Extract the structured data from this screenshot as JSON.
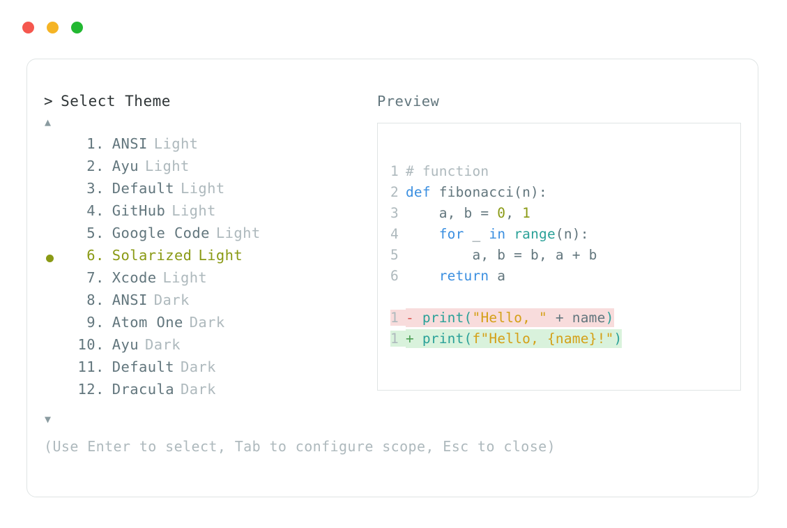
{
  "window": {
    "traffic_lights": [
      {
        "name": "close",
        "color": "#f5574e"
      },
      {
        "name": "minimize",
        "color": "#f5b425"
      },
      {
        "name": "zoom",
        "color": "#22b831"
      }
    ]
  },
  "selector": {
    "prompt_caret": ">",
    "title": "Select Theme",
    "scroll_up_icon": "▲",
    "scroll_down_icon": "▼",
    "selected_index": 6,
    "selected_color": "#8a9a15",
    "items": [
      {
        "num": "1.",
        "name": "ANSI",
        "variant": "Light",
        "selected": false
      },
      {
        "num": "2.",
        "name": "Ayu",
        "variant": "Light",
        "selected": false
      },
      {
        "num": "3.",
        "name": "Default",
        "variant": "Light",
        "selected": false
      },
      {
        "num": "4.",
        "name": "GitHub",
        "variant": "Light",
        "selected": false
      },
      {
        "num": "5.",
        "name": "Google Code",
        "variant": "Light",
        "selected": false
      },
      {
        "num": "6.",
        "name": "Solarized",
        "variant": "Light",
        "selected": true
      },
      {
        "num": "7.",
        "name": "Xcode",
        "variant": "Light",
        "selected": false
      },
      {
        "num": "8.",
        "name": "ANSI",
        "variant": "Dark",
        "selected": false
      },
      {
        "num": "9.",
        "name": "Atom One",
        "variant": "Dark",
        "selected": false
      },
      {
        "num": "10.",
        "name": "Ayu",
        "variant": "Dark",
        "selected": false
      },
      {
        "num": "11.",
        "name": "Default",
        "variant": "Dark",
        "selected": false
      },
      {
        "num": "12.",
        "name": "Dracula",
        "variant": "Dark",
        "selected": false
      }
    ]
  },
  "preview": {
    "label": "Preview",
    "code_lines": [
      {
        "ln": "1",
        "tokens": [
          {
            "t": "# function",
            "c": "comment"
          }
        ]
      },
      {
        "ln": "2",
        "tokens": [
          {
            "t": "def ",
            "c": "kw"
          },
          {
            "t": "fibonacci(n):",
            "c": "plain"
          }
        ]
      },
      {
        "ln": "3",
        "tokens": [
          {
            "t": "    a, b = ",
            "c": "plain"
          },
          {
            "t": "0",
            "c": "num"
          },
          {
            "t": ", ",
            "c": "plain"
          },
          {
            "t": "1",
            "c": "num"
          }
        ]
      },
      {
        "ln": "4",
        "tokens": [
          {
            "t": "    ",
            "c": "plain"
          },
          {
            "t": "for",
            "c": "kw"
          },
          {
            "t": " _ ",
            "c": "plain"
          },
          {
            "t": "in",
            "c": "kw"
          },
          {
            "t": " ",
            "c": "plain"
          },
          {
            "t": "range",
            "c": "fn"
          },
          {
            "t": "(n):",
            "c": "plain"
          }
        ]
      },
      {
        "ln": "5",
        "tokens": [
          {
            "t": "        a, b = b, a + b",
            "c": "plain"
          }
        ]
      },
      {
        "ln": "6",
        "tokens": [
          {
            "t": "    ",
            "c": "plain"
          },
          {
            "t": "return",
            "c": "kw"
          },
          {
            "t": " a",
            "c": "plain"
          }
        ]
      }
    ],
    "diff_lines": [
      {
        "ln": "1",
        "kind": "removed",
        "sign": "-",
        "tokens": [
          {
            "t": "print",
            "c": "fn"
          },
          {
            "t": "(",
            "c": "fn"
          },
          {
            "t": "\"Hello, \"",
            "c": "str"
          },
          {
            "t": " + name",
            "c": "plain"
          },
          {
            "t": ")",
            "c": "fn"
          }
        ]
      },
      {
        "ln": "1",
        "kind": "added",
        "sign": "+",
        "tokens": [
          {
            "t": "print",
            "c": "fn"
          },
          {
            "t": "(",
            "c": "fn"
          },
          {
            "t": "f",
            "c": "str"
          },
          {
            "t": "\"Hello, {name}",
            "c": "str"
          },
          {
            "t": "!",
            "c": "str"
          },
          {
            "t": "\"",
            "c": "str"
          },
          {
            "t": ")",
            "c": "fn"
          }
        ]
      }
    ]
  },
  "footer": {
    "hint": "(Use Enter to select, Tab to configure scope, Esc to close)"
  }
}
